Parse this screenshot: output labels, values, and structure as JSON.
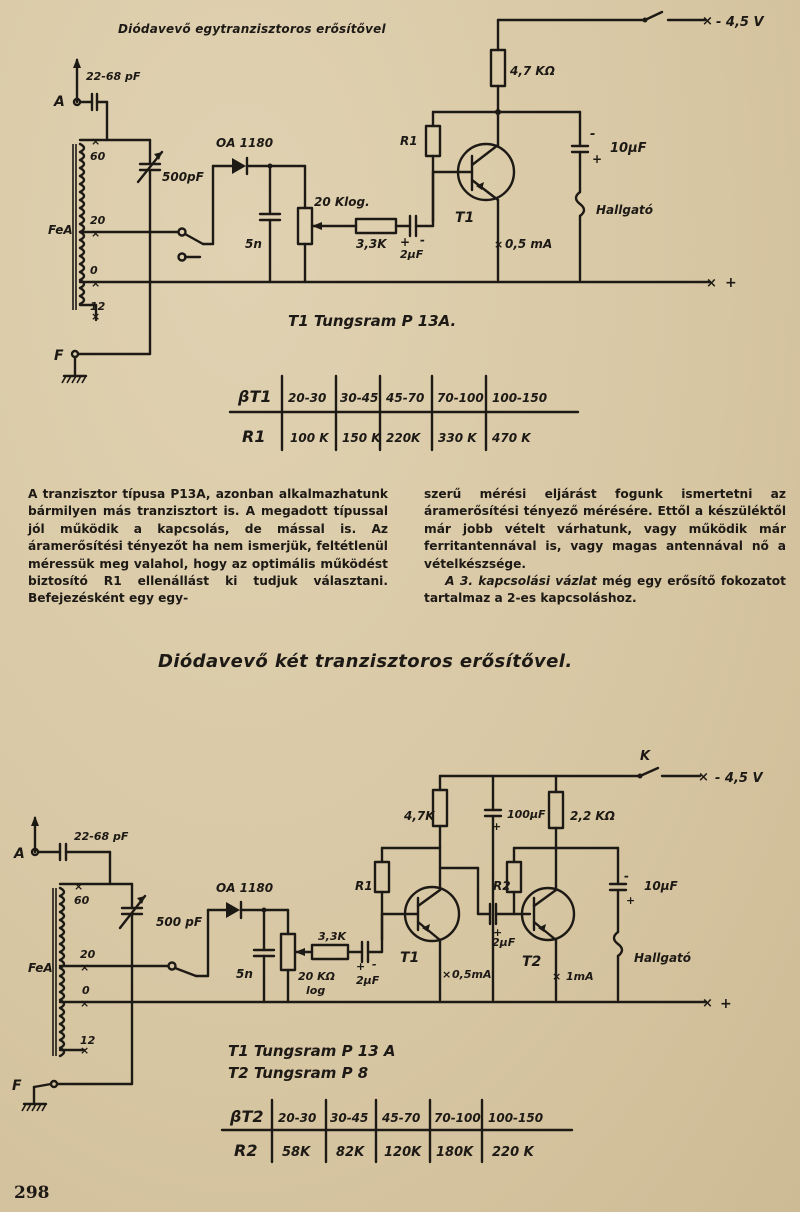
{
  "figure1": {
    "title": "Diódavevő egytranzisztoros erősítővel",
    "supply": "- 4,5 V",
    "plus": "+",
    "antenna": "A",
    "ground": "F",
    "ferrite": "FeA",
    "cap_antenna": "22-68 pF",
    "var_cap": "500pF",
    "diode": "OA 1180",
    "cap_5n": "5n",
    "pot": "20 Klog.",
    "res_33": "3,3K",
    "cap_2uf": "2μF",
    "r1": "R1",
    "res_47": "4,7 KΩ",
    "cap_10uf": "10μF",
    "headphone": "Hallgató",
    "t1": "T1",
    "current": "0,5 mA",
    "taps": [
      "60",
      "20",
      "0",
      "12"
    ],
    "transistor_note": "T1 Tungsram P 13A.",
    "table": {
      "beta_label": "βT1",
      "beta": [
        "20-30",
        "30-45",
        "45-70",
        "70-100",
        "100-150"
      ],
      "r_label": "R1",
      "r": [
        "100 K",
        "150 K",
        "220K",
        "330 K",
        "470 K"
      ]
    }
  },
  "text": {
    "col1": "A tranzisztor típusa P13A, azonban alkalmazhatunk bármilyen más tranzisztort is. A megadott típussal jól működik a kapcsolás, de mással is. Az áramerősítési tényezőt ha nem ismerjük, feltétlenül méressük meg valahol, hogy az optimális működést biztosító R1 ellenállást ki tudjuk választani. Befejezésként egy egy-",
    "col2a": "szerű mérési eljárást fogunk ismertetni az áramerősítési tényező mérésére. Ettől a készüléktől már jobb vételt várhatunk, vagy működik már ferritantennával is, vagy magas antennával nő a vételkészsége.",
    "col2b_italic": "A 3. kapcsolási vázlat",
    "col2b_rest": " még egy erősítő fokozatot tartalmaz a 2-es kapcsoláshoz."
  },
  "figure2": {
    "title": "Diódavevő két tranzisztoros erősítővel.",
    "switch": "K",
    "supply": "- 4,5 V",
    "plus": "+",
    "antenna": "A",
    "ground": "F",
    "ferrite": "FeA",
    "cap_antenna": "22-68 pF",
    "var_cap": "500 pF",
    "diode": "OA 1180",
    "cap_5n": "5n",
    "res_33": "3,3K",
    "pot": "20 KΩ",
    "pot_log": "log",
    "cap_2uf_a": "2μF",
    "cap_2uf_b": "2μF",
    "r1": "R1",
    "r2": "R2",
    "res_47": "4,7K",
    "cap_100uf": "100μF",
    "res_22": "2,2 KΩ",
    "cap_10uf": "10μF",
    "headphone": "Hallgató",
    "t1": "T1",
    "t2": "T2",
    "current1": "0,5mA",
    "current2": "1mA",
    "taps": [
      "60",
      "20",
      "0",
      "12"
    ],
    "note1": "T1 Tungsram P 13 A",
    "note2": "T2 Tungsram P 8",
    "table": {
      "beta_label": "βT2",
      "beta": [
        "20-30",
        "30-45",
        "45-70",
        "70-100",
        "100-150"
      ],
      "r_label": "R2",
      "r": [
        "58K",
        "82K",
        "120K",
        "180K",
        "220 K"
      ]
    }
  },
  "page_number": "298"
}
